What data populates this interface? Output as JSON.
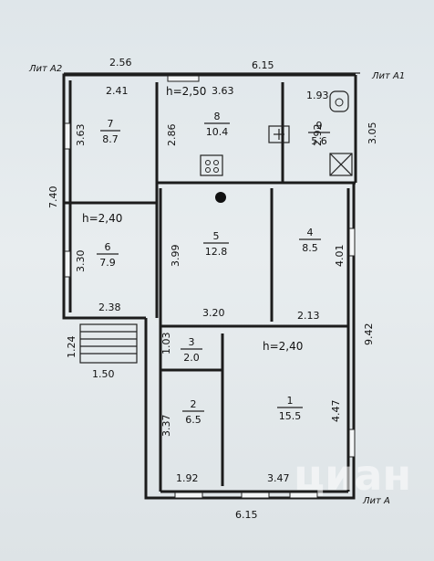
{
  "labels": {
    "lit_a2": "Лит А2",
    "lit_a1": "Лит А1",
    "lit_a": "Лит А",
    "watermark": "циан"
  },
  "heights": {
    "room8": "h=2,50",
    "room6": "h=2,40",
    "hall": "h=2,40"
  },
  "dimensions": {
    "top_left": "2.56",
    "top_right": "6.15",
    "r7_top": "2.41",
    "r8_top": "3.63",
    "r9_top": "1.93",
    "r7_side": "3.63",
    "r8_side": "2.86",
    "r9_side": "2.92",
    "right_top": "3.05",
    "left_a2": "7.40",
    "r6_side": "3.30",
    "r6_bottom": "2.38",
    "r5_side": "3.99",
    "r4_side": "4.01",
    "r5_bottom": "3.20",
    "r4_bottom": "2.13",
    "right_main": "9.42",
    "r3_side": "1.03",
    "porch_side": "1.24",
    "porch_bottom": "1.50",
    "r2_side": "3.37",
    "r1_side": "4.47",
    "r2_bottom": "1.92",
    "r1_bottom": "3.47",
    "bottom_total": "6.15"
  },
  "rooms": [
    {
      "number": "7",
      "area": "8.7"
    },
    {
      "number": "8",
      "area": "10.4"
    },
    {
      "number": "9",
      "area": "5.6"
    },
    {
      "number": "6",
      "area": "7.9"
    },
    {
      "number": "5",
      "area": "12.8"
    },
    {
      "number": "4",
      "area": "8.5"
    },
    {
      "number": "3",
      "area": "2.0"
    },
    {
      "number": "2",
      "area": "6.5"
    },
    {
      "number": "1",
      "area": "15.5"
    }
  ]
}
